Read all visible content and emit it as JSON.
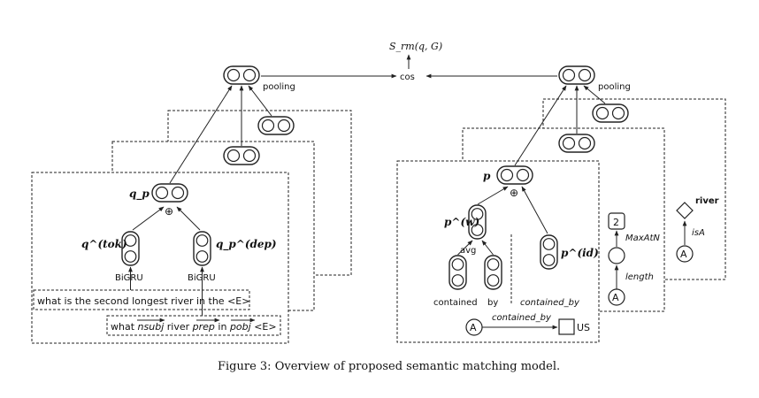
{
  "figure": {
    "score_label": "S_rm(q, G)",
    "cos_label": "cos",
    "pooling_left": "pooling",
    "pooling_right": "pooling",
    "caption": "Figure 3: Overview of proposed semantic matching model."
  },
  "left": {
    "qp_label": "q_p",
    "qtok_label": "q^(tok)",
    "qdep_label": "q_p^(dep)",
    "bigru_left": "BiGRU",
    "bigru_right": "BiGRU",
    "plus": "⊕",
    "sentence": "what is the second longest river in the <E>",
    "dep_path": {
      "w1": "what",
      "w2": "nsubj",
      "w3": "river",
      "w4": "prep",
      "w5": "in",
      "w6": "pobj",
      "w7": "<E>"
    }
  },
  "right": {
    "p_label": "p",
    "pw_label": "p^(w)",
    "pid_label": "p^(id)",
    "avg_label": "avg",
    "plus": "⊕",
    "word_contained": "contained",
    "word_by": "by",
    "id_contained_by": "contained_by",
    "edge_label": "contained_by",
    "node_a": "A",
    "node_us": "US",
    "maxatn_value": "2",
    "maxatn_label": "MaxAtN",
    "length_label": "length",
    "node_a2": "A",
    "river_label": "river",
    "isa_label": "isA",
    "node_a3": "A"
  }
}
